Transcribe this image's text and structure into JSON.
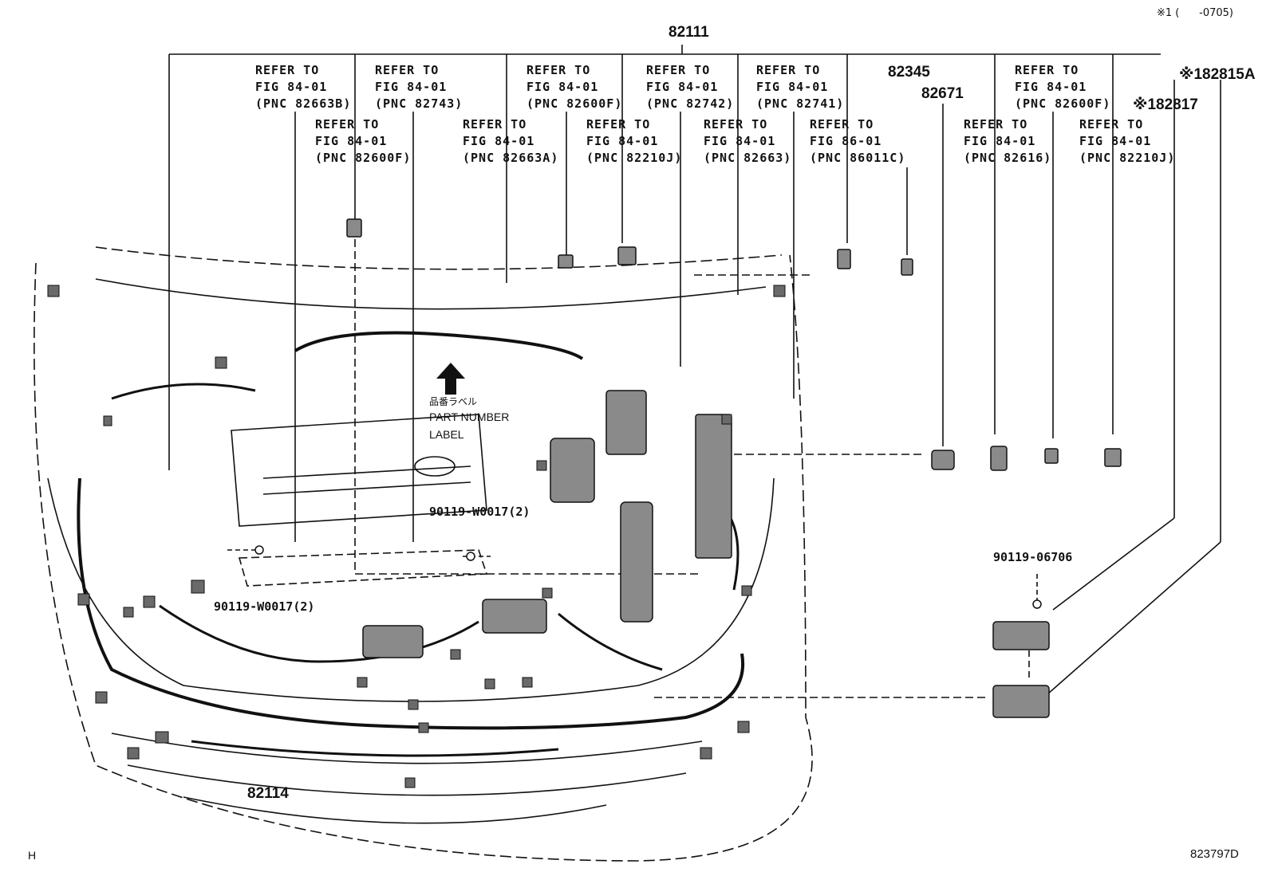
{
  "header": {
    "note": "※1 (      -0705)",
    "main_part": "82111"
  },
  "callouts": [
    {
      "id": "c1",
      "lines": [
        "REFER TO",
        "FIG 84-01",
        "(PNC 82663B)"
      ]
    },
    {
      "id": "c2",
      "lines": [
        "REFER TO",
        "FIG 84-01",
        "(PNC 82743)"
      ]
    },
    {
      "id": "c3",
      "lines": [
        "REFER TO",
        "FIG 84-01",
        "(PNC 82600F)"
      ]
    },
    {
      "id": "c4",
      "lines": [
        "REFER TO",
        "FIG 84-01",
        "(PNC 82742)"
      ]
    },
    {
      "id": "c5",
      "lines": [
        "REFER TO",
        "FIG 84-01",
        "(PNC 82741)"
      ]
    },
    {
      "id": "c6",
      "lines": [
        "REFER TO",
        "FIG 84-01",
        "(PNC 82600F)"
      ]
    },
    {
      "id": "c7",
      "lines": [
        "REFER TO",
        "FIG 84-01",
        "(PNC 82600F)"
      ]
    },
    {
      "id": "c8",
      "lines": [
        "REFER TO",
        "FIG 84-01",
        "(PNC 82663A)"
      ]
    },
    {
      "id": "c9",
      "lines": [
        "REFER TO",
        "FIG 84-01",
        "(PNC 82210J)"
      ]
    },
    {
      "id": "c10",
      "lines": [
        "REFER TO",
        "FIG 84-01",
        "(PNC 82663)"
      ]
    },
    {
      "id": "c11",
      "lines": [
        "REFER TO",
        "FIG 86-01",
        "(PNC 86011C)"
      ]
    },
    {
      "id": "c12",
      "lines": [
        "REFER TO",
        "FIG 84-01",
        "(PNC 82616)"
      ]
    },
    {
      "id": "c13",
      "lines": [
        "REFER TO",
        "FIG 84-01",
        "(PNC 82210J)"
      ]
    }
  ],
  "parts": {
    "p82345": "82345",
    "p82671": "82671",
    "p82815A": "※182815A",
    "p82817": "※182817",
    "p82114": "82114"
  },
  "bolts": {
    "b1": "90119-W0017(2)",
    "b2": "90119-W0017(2)",
    "b3": "90119-06706"
  },
  "label": {
    "jp": "品番ラベル",
    "l1": "PART NUMBER",
    "l2": "LABEL"
  },
  "footer": {
    "left": "H",
    "right": "823797D"
  }
}
